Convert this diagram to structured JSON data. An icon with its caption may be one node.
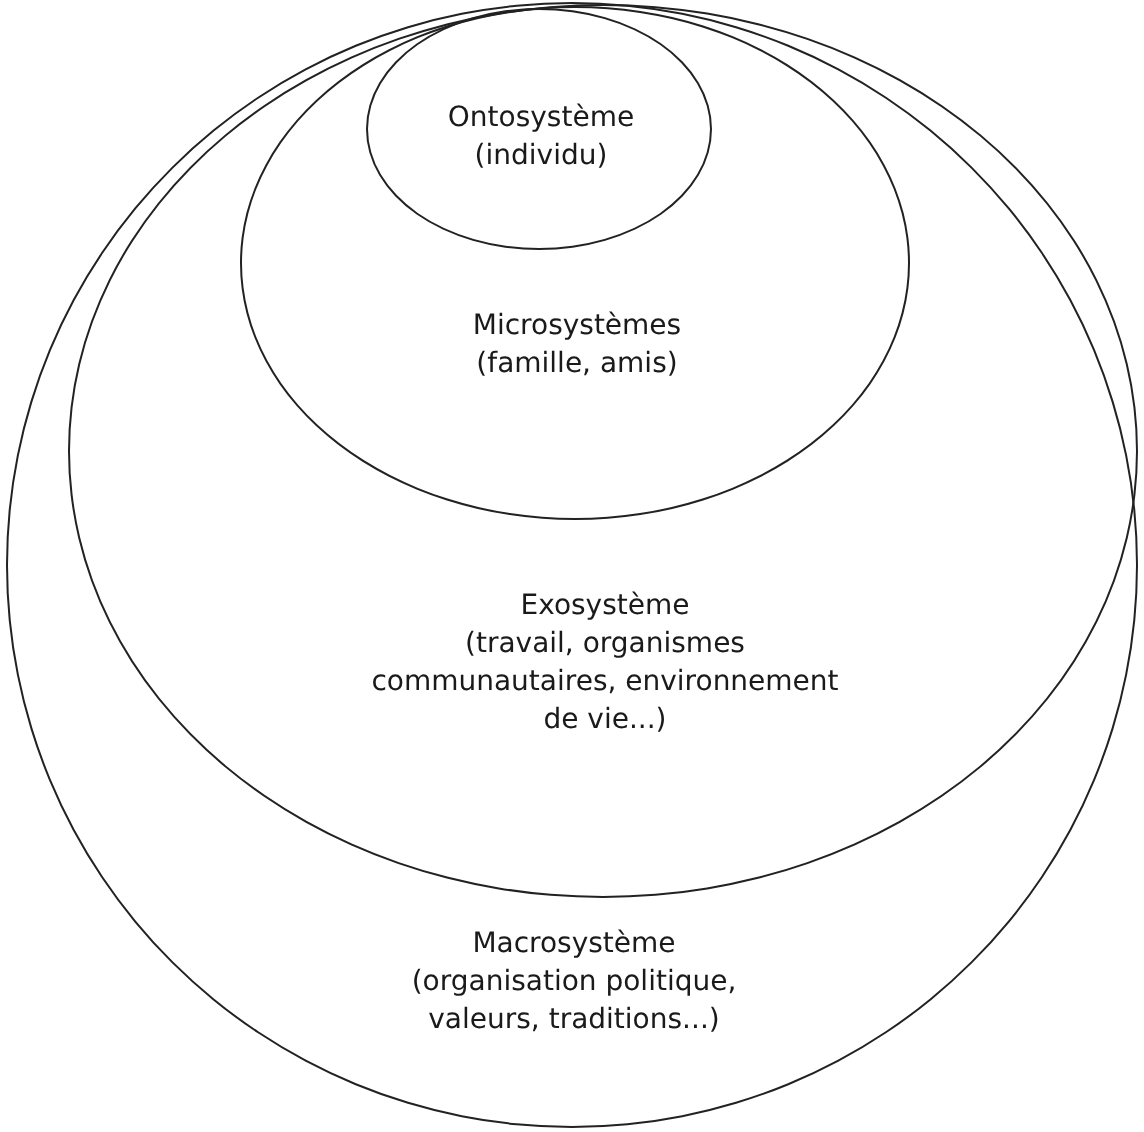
{
  "diagram": {
    "nodes": [
      {
        "text": [
          "Macrosystème",
          "(organisation politique, valeurs, traditions...)"
        ]
      },
      {
        "text": [
          "Exosystème",
          "(travail, organismes communautaires, environnement de vie...)"
        ],
        "in": 0
      },
      {
        "text": [
          "Microsystèmes",
          "(famille, amis)"
        ],
        "in": 1
      },
      {
        "text": [
          "Ontosystème",
          "(individu)"
        ],
        "in": 2
      }
    ]
  }
}
